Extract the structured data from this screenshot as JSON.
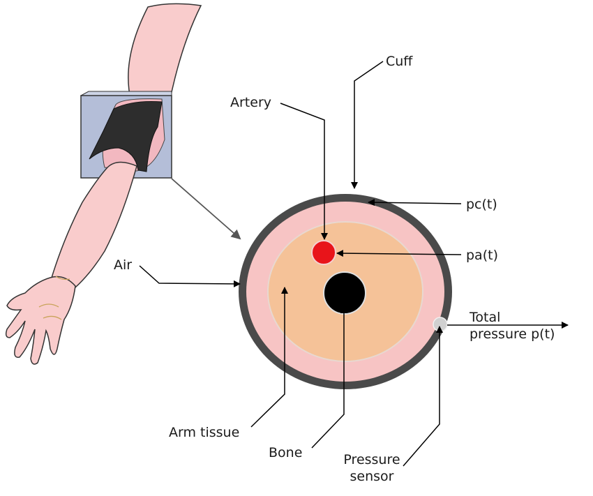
{
  "labels": {
    "cuff": "Cuff",
    "artery": "Artery",
    "pc": "pc(t)",
    "pa": "pa(t)",
    "air": "Air",
    "total_line1": "Total",
    "total_line2": "pressure p(t)",
    "arm_tissue": "Arm tissue",
    "bone": "Bone",
    "sensor_line1": "Pressure",
    "sensor_line2": "sensor"
  },
  "colors": {
    "cuff_ring": "#4a4a4a",
    "air_layer": "#f7c4c4",
    "arm_tissue": "#f5c298",
    "artery": "#e8141a",
    "bone": "#000000",
    "sensor": "#d0d0d0",
    "skin": "#f9cccc",
    "cuff_box": "#b4bed8"
  }
}
